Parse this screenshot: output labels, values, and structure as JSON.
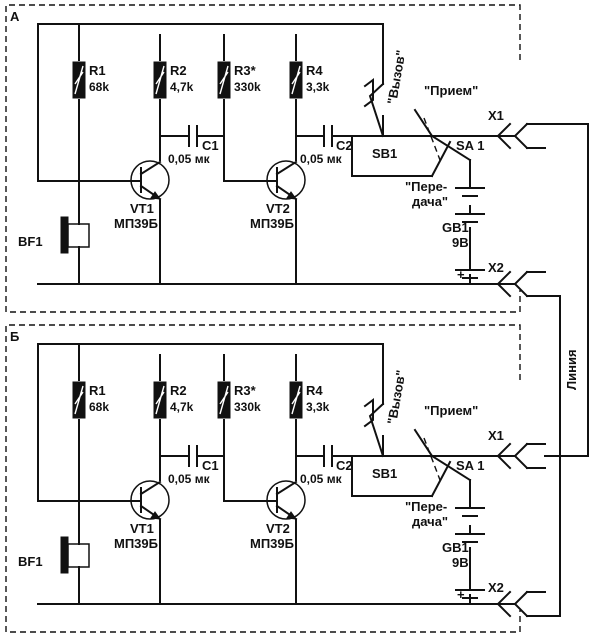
{
  "units": [
    {
      "id": "A",
      "letter": "А",
      "r1": {
        "ref": "R1",
        "value": "68k"
      },
      "r2": {
        "ref": "R2",
        "value": "4,7k"
      },
      "r3": {
        "ref": "R3*",
        "value": "330k"
      },
      "r4": {
        "ref": "R4",
        "value": "3,3k"
      },
      "c1": {
        "ref": "C1",
        "value": "0,05 мк"
      },
      "c2": {
        "ref": "C2",
        "value": "0,05 мк"
      },
      "vt1": {
        "ref": "VT1",
        "type": "МП39Б"
      },
      "vt2": {
        "ref": "VT2",
        "type": "МП39Б"
      },
      "bf1": {
        "ref": "BF1"
      },
      "sb1": {
        "ref": "SB1",
        "label": "\"Вызов\""
      },
      "sa1": {
        "ref": "SA 1",
        "receive": "\"Прием\"",
        "transmit_1": "\"Пере-",
        "transmit_2": "дача\""
      },
      "gb1": {
        "ref": "GB1",
        "value": "9В",
        "plus": "+"
      },
      "x1": "X1",
      "x2": "X2"
    },
    {
      "id": "B",
      "letter": "Б",
      "r1": {
        "ref": "R1",
        "value": "68k"
      },
      "r2": {
        "ref": "R2",
        "value": "4,7k"
      },
      "r3": {
        "ref": "R3*",
        "value": "330k"
      },
      "r4": {
        "ref": "R4",
        "value": "3,3k"
      },
      "c1": {
        "ref": "C1",
        "value": "0,05 мк"
      },
      "c2": {
        "ref": "C2",
        "value": "0,05 мк"
      },
      "vt1": {
        "ref": "VT1",
        "type": "МП39Б"
      },
      "vt2": {
        "ref": "VT2",
        "type": "МП39Б"
      },
      "bf1": {
        "ref": "BF1"
      },
      "sb1": {
        "ref": "SB1",
        "label": "\"Вызов\""
      },
      "sa1": {
        "ref": "SA 1",
        "receive": "\"Прием\"",
        "transmit_1": "\"Пере-",
        "transmit_2": "дача\""
      },
      "gb1": {
        "ref": "GB1",
        "value": "9В",
        "plus": "+"
      },
      "x1": "X1",
      "x2": "X2"
    }
  ],
  "line_label": "Линия"
}
